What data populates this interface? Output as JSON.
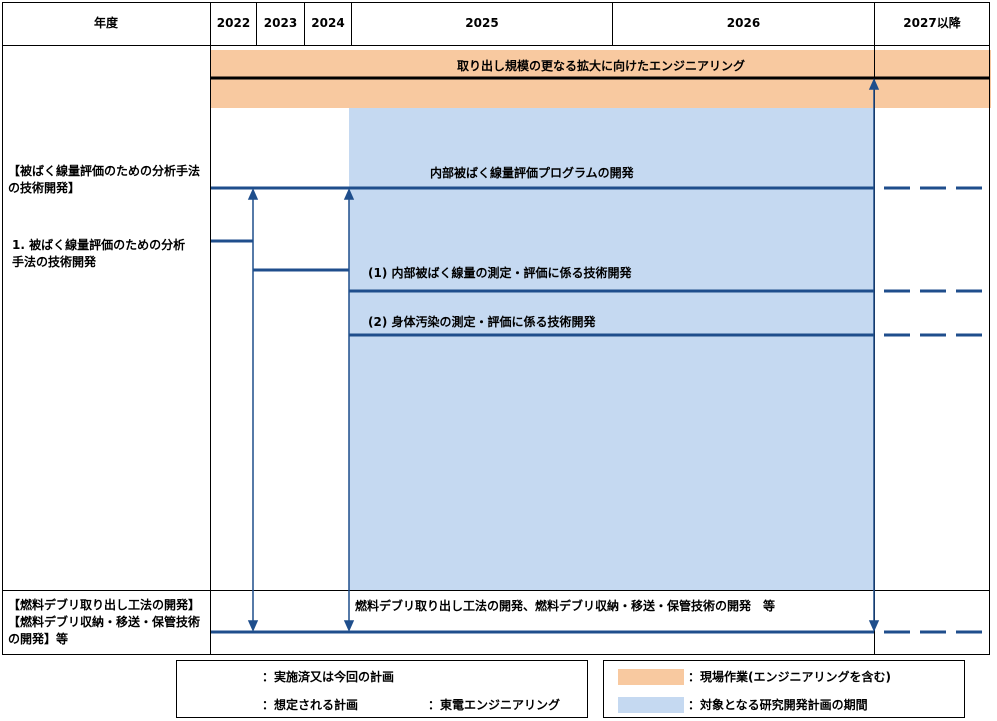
{
  "header": {
    "year_label": "年度",
    "years": [
      "2022",
      "2023",
      "2024",
      "2025",
      "2026",
      "2027以降"
    ]
  },
  "rows": {
    "engineering_title": "取り出し規模の更なる拡大に向けたエンジニアリング",
    "section1_label": "【被ばく線量評価のための分析手法の技術開発】",
    "item1_label": "1. 被ばく線量評価のための分析手法の技術開発",
    "program_dev": "内部被ばく線量評価プログラムの開発",
    "sub1": "(1) 内部被ばく線量の測定・評価に係る技術開発",
    "sub2": "(2) 身体汚染の測定・評価に係る技術開発",
    "section2_label": "【燃料デブリ取り出し工法の開発】【燃料デブリ収納・移送・保管技術の開発】等",
    "bottom_text": "燃料デブリ取り出し工法の開発、燃料デブリ収納・移送・保管技術の開発　等"
  },
  "legend": {
    "solid_label": "：実施済又は今回の計画",
    "dashed_label": "：想定される計画",
    "black_label": "：東電エンジニアリング",
    "orange_label": "：現場作業(エンジニアリングを含む)",
    "blue_label": "：対象となる研究開発計画の期間"
  },
  "colors": {
    "line_blue": "#1f4e8c",
    "orange_fill": "#f8c9a0",
    "blue_fill": "#c5d9f1",
    "black": "#000000"
  }
}
